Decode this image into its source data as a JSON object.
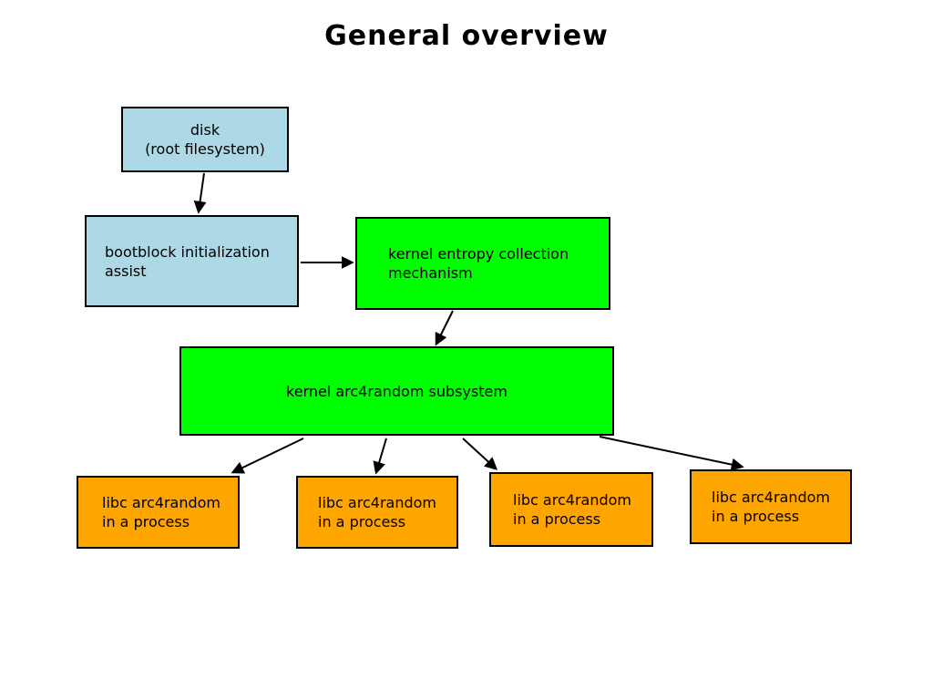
{
  "title": "General overview",
  "colors": {
    "background": "#ffffff",
    "node_blue": "#add8e6",
    "node_green": "#00ff00",
    "node_orange": "#ffa500",
    "border": "#000000",
    "text": "#000000",
    "arrow": "#000000"
  },
  "nodes": {
    "disk": {
      "line1": "disk",
      "line2": "(root filesystem)",
      "color": "#add8e6"
    },
    "bootblock": {
      "line1": "bootblock initialization",
      "line2": "assist",
      "color": "#add8e6"
    },
    "entropy": {
      "line1": "kernel entropy collection",
      "line2": "mechanism",
      "color": "#00ff00"
    },
    "arc4random": {
      "label": "kernel arc4random subsystem",
      "color": "#00ff00"
    },
    "libc_boxes": [
      {
        "line1": "libc arc4random",
        "line2": "in a process",
        "color": "#ffa500"
      },
      {
        "line1": "libc arc4random",
        "line2": "in a process",
        "color": "#ffa500"
      },
      {
        "line1": "libc arc4random",
        "line2": "in a process",
        "color": "#ffa500"
      },
      {
        "line1": "libc arc4random",
        "line2": "in a process",
        "color": "#ffa500"
      }
    ]
  },
  "edges": [
    {
      "from": "disk",
      "to": "bootblock"
    },
    {
      "from": "bootblock",
      "to": "entropy"
    },
    {
      "from": "entropy",
      "to": "arc4random"
    },
    {
      "from": "arc4random",
      "to": "libc-process-1"
    },
    {
      "from": "arc4random",
      "to": "libc-process-2"
    },
    {
      "from": "arc4random",
      "to": "libc-process-3"
    },
    {
      "from": "arc4random",
      "to": "libc-process-4"
    }
  ]
}
